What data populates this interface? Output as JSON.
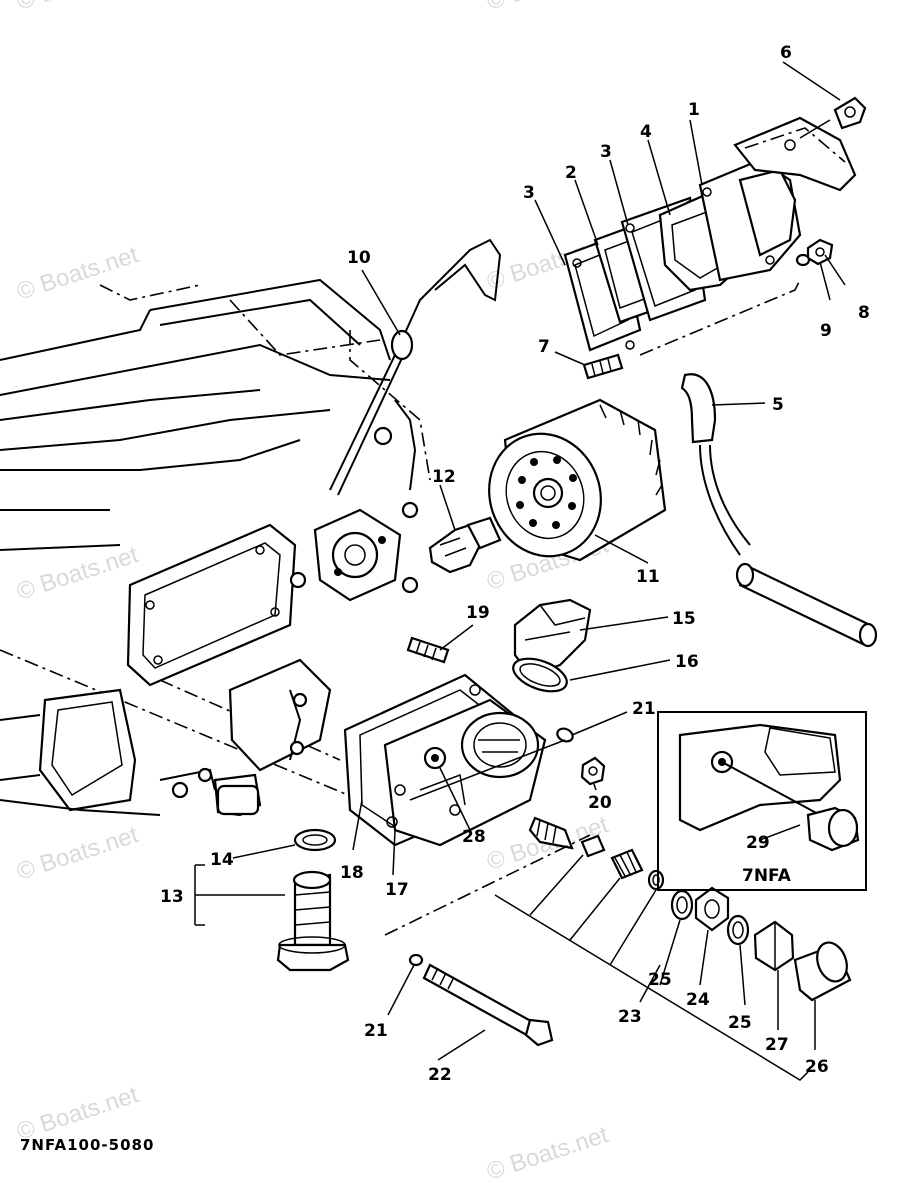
{
  "watermark": "© Boats.net",
  "diagram_code": "7NFA100-5080",
  "inset_label": "7NFA",
  "callouts": [
    "1",
    "2",
    "3",
    "3",
    "4",
    "5",
    "6",
    "7",
    "8",
    "9",
    "10",
    "11",
    "12",
    "13",
    "14",
    "15",
    "16",
    "17",
    "18",
    "19",
    "20",
    "21",
    "21",
    "22",
    "23",
    "24",
    "25",
    "25",
    "26",
    "27",
    "28",
    "29"
  ]
}
